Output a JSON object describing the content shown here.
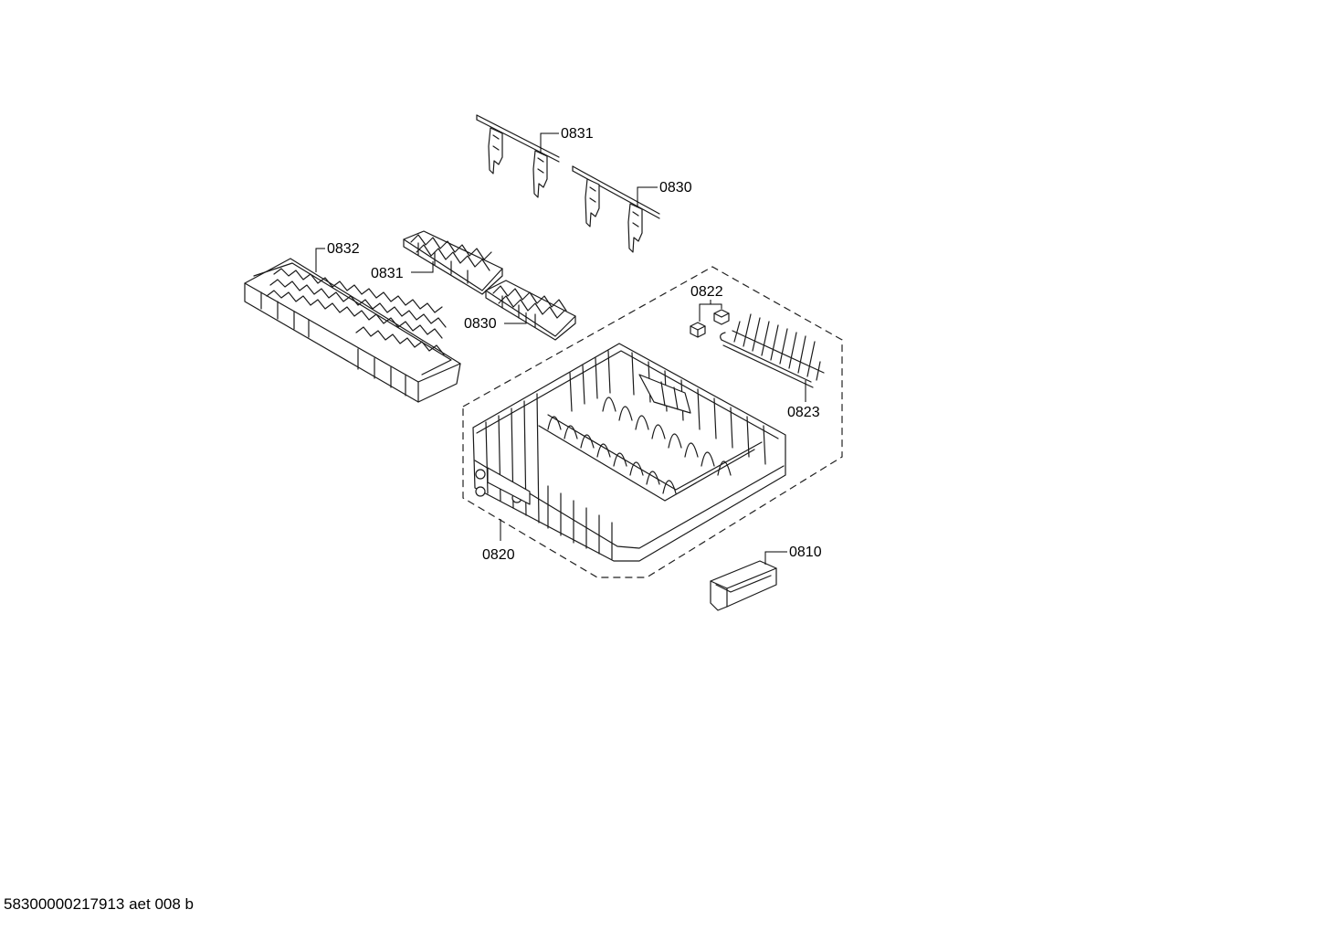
{
  "callouts": {
    "c0831_top": "0831",
    "c0830_top": "0830",
    "c0832": "0832",
    "c0831_mid": "0831",
    "c0830_mid": "0830",
    "c0822": "0822",
    "c0823": "0823",
    "c0820": "0820",
    "c0810": "0810"
  },
  "footer": {
    "code": "58300000217913 aet 008 b"
  }
}
